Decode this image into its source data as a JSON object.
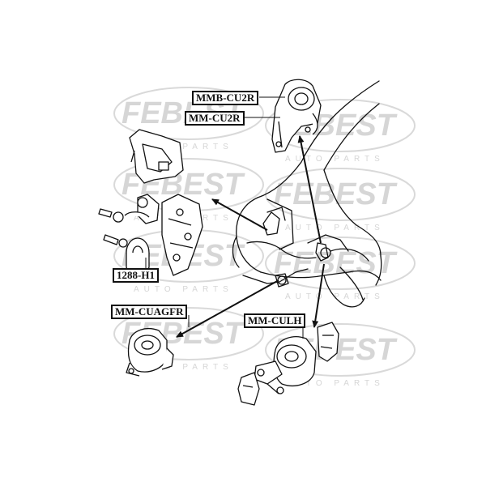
{
  "parts": [
    {
      "id": "mmb",
      "label": "MMB-CU2R"
    },
    {
      "id": "mm",
      "label": "MM-CU2R"
    },
    {
      "id": "h1288",
      "label": "1288-H1"
    },
    {
      "id": "cuagfr",
      "label": "MM-CUAGFR"
    },
    {
      "id": "culh",
      "label": "MM-CULH"
    }
  ],
  "watermark": {
    "brand": "FEBEST",
    "subtitle": "AUTO PARTS"
  },
  "colors": {
    "line": "#111111",
    "label_border": "#111111",
    "watermark": "#d6d6d6",
    "background": "#ffffff"
  }
}
